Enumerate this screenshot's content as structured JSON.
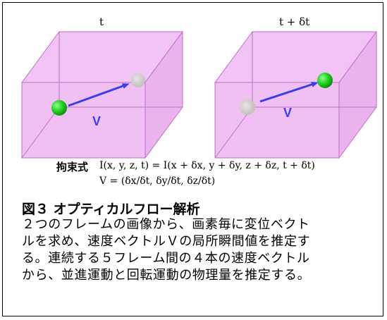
{
  "diagram": {
    "frame_left_label": "t",
    "frame_right_label": "t + δt",
    "velocity_label_left": "V",
    "velocity_label_right": "V",
    "colors": {
      "box_fill": "#f2c4f5",
      "box_edge": "#c06cc6",
      "arrow": "#3d3df0",
      "ball_active": "#1fd01f",
      "ball_ghost": "#c9cbc4"
    }
  },
  "equations": {
    "constraint_label": "拘束式",
    "line1": "I(x, y, z, t) = I(x + δx, y + δy, z + δz, t + δt)",
    "line2": "V = (δx/δt, δy/δt, δz/δt)"
  },
  "caption": {
    "title": "図３ オプティカルフロー解析",
    "lines": [
      "２つのフレームの画像から、画素毎に変位ベクト",
      "ルを求め、速度ベクトルＶの局所瞬間値を推定す",
      "る。連続する５フレーム間の４本の速度ベクトル",
      "から、並進運動と回転運動の物理量を推定する。"
    ]
  }
}
